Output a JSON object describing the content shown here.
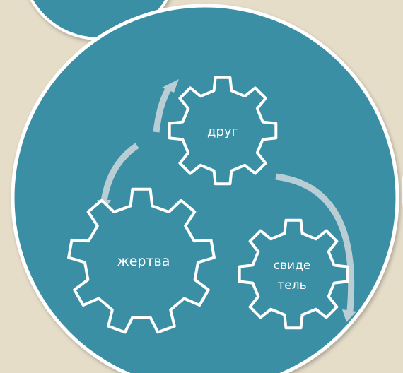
{
  "colors": {
    "background": "#e6ddc9",
    "circle_fill": "#3a8fa5",
    "circle_stroke": "#ffffff",
    "gear_fill": "#3a8fa5",
    "gear_stroke": "#ffffff",
    "arrow": "#b9cdd4",
    "text": "#ffffff"
  },
  "gears": {
    "friend": {
      "label": "друг"
    },
    "victim": {
      "label": "жертва"
    },
    "witness": {
      "line1": "свиде",
      "line2": "тель"
    }
  }
}
